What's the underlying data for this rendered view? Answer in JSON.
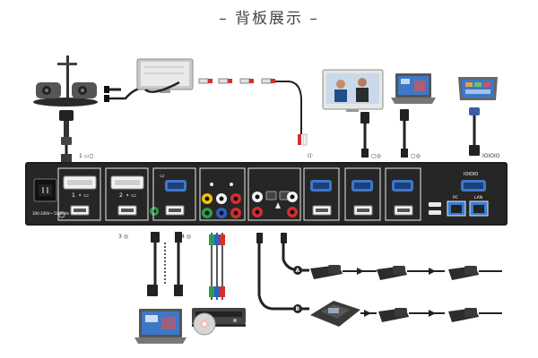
{
  "title": "– 背板展示 –",
  "panel": {
    "port_labels": {
      "dvi1": "1 ▫️▭",
      "dvi2": "2 ▫️▭",
      "vga": "▭",
      "ethernet_pc": "PC",
      "ethernet_lan": "LAN",
      "serial": "IOIOIO",
      "power_caption": "100-240V~ 50/60Hz"
    }
  },
  "callouts": {
    "camera_input": "1 ▭◻",
    "audio_out": "((·",
    "monitor_left": "▢◎",
    "monitor_right": "▢◎",
    "serial": "IOIOIO",
    "input3": "3 ◎",
    "input4": "4 ◎"
  },
  "mic_chain": {
    "top_label": "A",
    "bottom_label": "B"
  },
  "colors": {
    "panel": "#1d1d1d",
    "port_frame": "#eaeaea",
    "cable": "#222222",
    "rca_red": "#d32f2f",
    "rca_white": "#f2f2f2",
    "rca_yellow": "#f2c400",
    "rca_green": "#2e9d4a",
    "rca_blue": "#2f5fc4",
    "screen_blue": "#3d78c8"
  },
  "icons": [
    "camera-icon",
    "display-icon",
    "lcd-tv-icon",
    "laptop-icon",
    "touch-panel-icon",
    "microphone-icon",
    "conference-phone-icon",
    "dvd-player-icon",
    "disc-icon"
  ]
}
